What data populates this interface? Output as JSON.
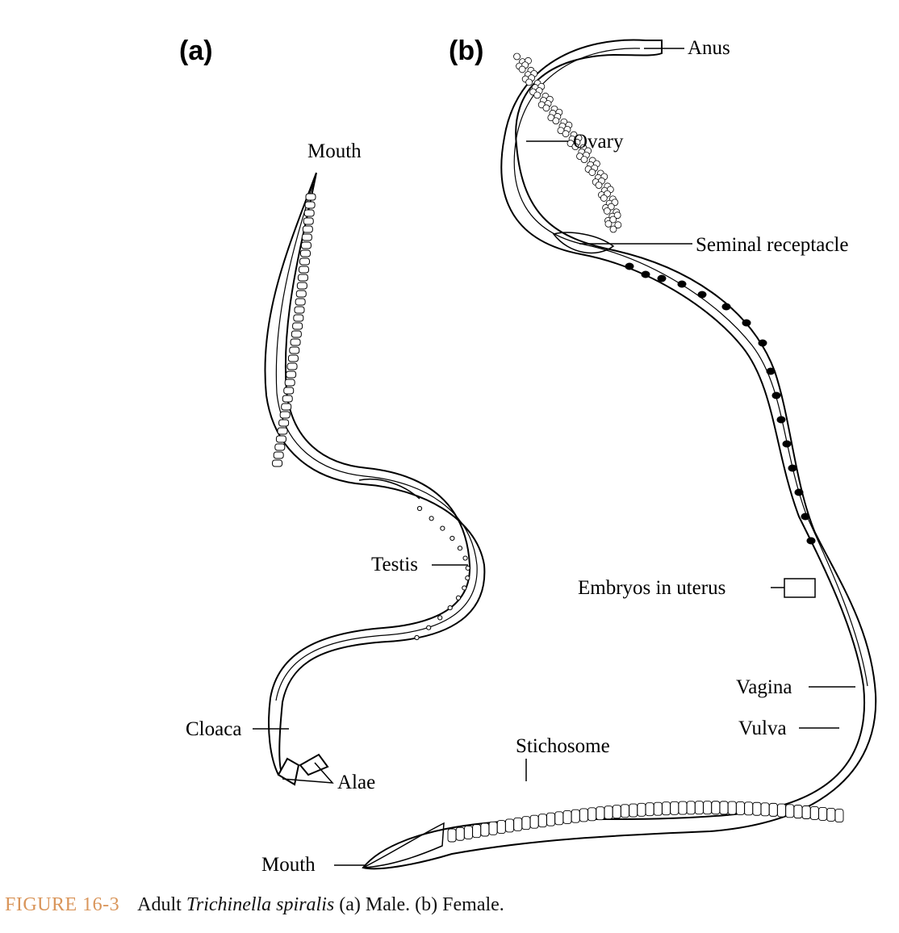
{
  "panels": {
    "a": "(a)",
    "b": "(b)"
  },
  "male_labels": {
    "mouth": "Mouth",
    "testis": "Testis",
    "cloaca": "Cloaca",
    "alae": "Alae"
  },
  "female_labels": {
    "anus": "Anus",
    "ovary": "Ovary",
    "seminal_receptacle": "Seminal receptacle",
    "embryos": "Embryos in uterus",
    "vagina": "Vagina",
    "vulva": "Vulva",
    "stichosome": "Stichosome",
    "mouth": "Mouth"
  },
  "caption": {
    "figure_number": "FIGURE 16-3",
    "prefix": "Adult",
    "species": "Trichinella spiralis",
    "suffix": "(a) Male. (b) Female."
  }
}
